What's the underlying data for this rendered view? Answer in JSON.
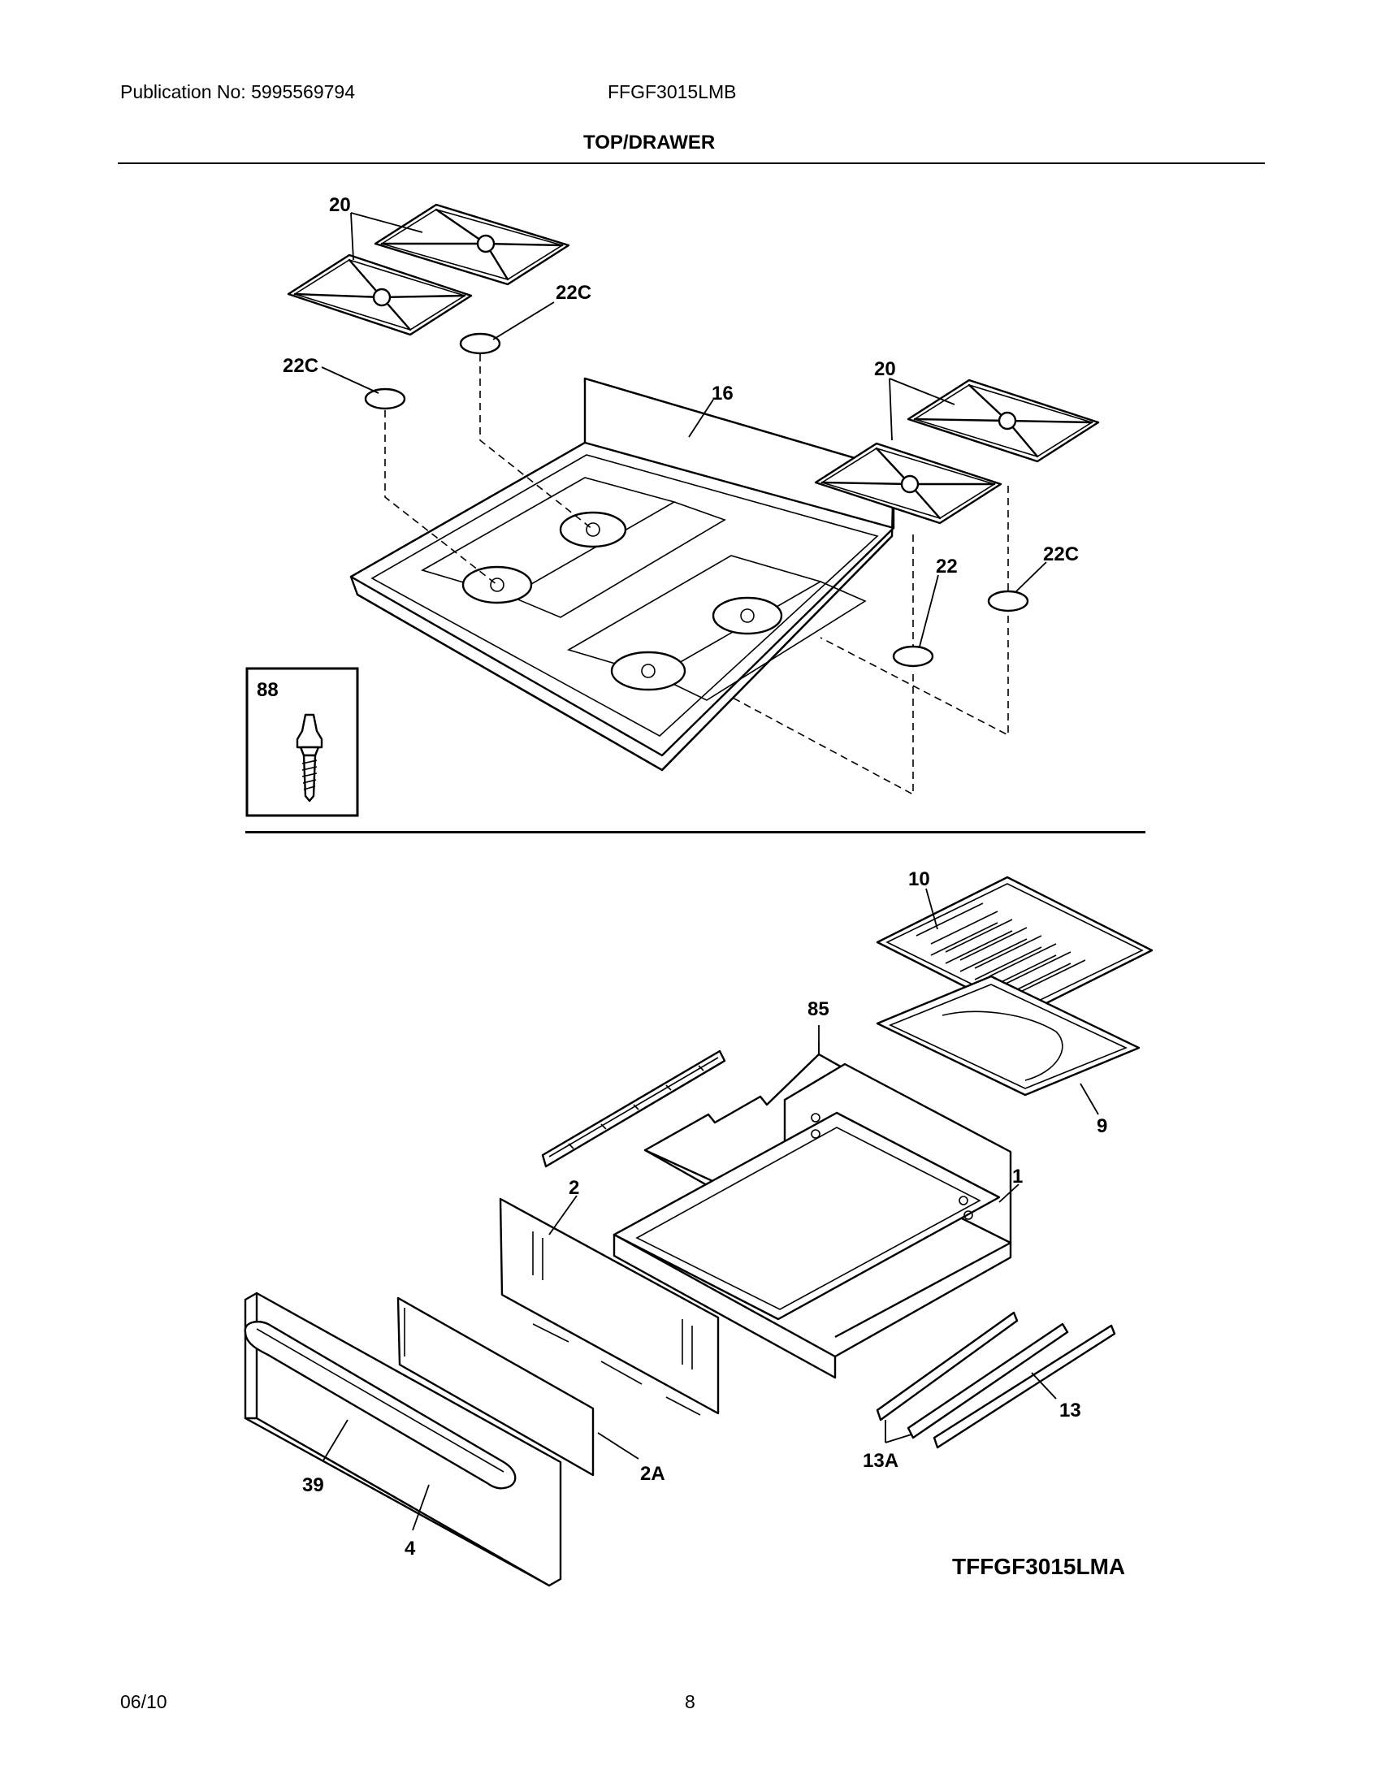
{
  "header": {
    "publication": "Publication No: 5995569794",
    "model": "FFGF3015LMB",
    "section_title": "TOP/DRAWER"
  },
  "callouts": {
    "grate_left": "20",
    "grate_right": "20",
    "foot_22c_a": "22C",
    "foot_22c_b": "22C",
    "foot_22c_c": "22C",
    "foot_22": "22",
    "cooktop": "16",
    "inset_screw": "88",
    "broiler_grid": "10",
    "broiler_pan": "9",
    "rack": "85",
    "drawer_body": "1",
    "drawer_front_panel": "2",
    "drawer_clip": "2A",
    "drawer_handle": "39",
    "drawer_door": "4",
    "slide_rail": "13",
    "slide_rail_a": "13A"
  },
  "diagram_code": "TFFGF3015LMA",
  "footer": {
    "date": "06/10",
    "page": "8"
  }
}
